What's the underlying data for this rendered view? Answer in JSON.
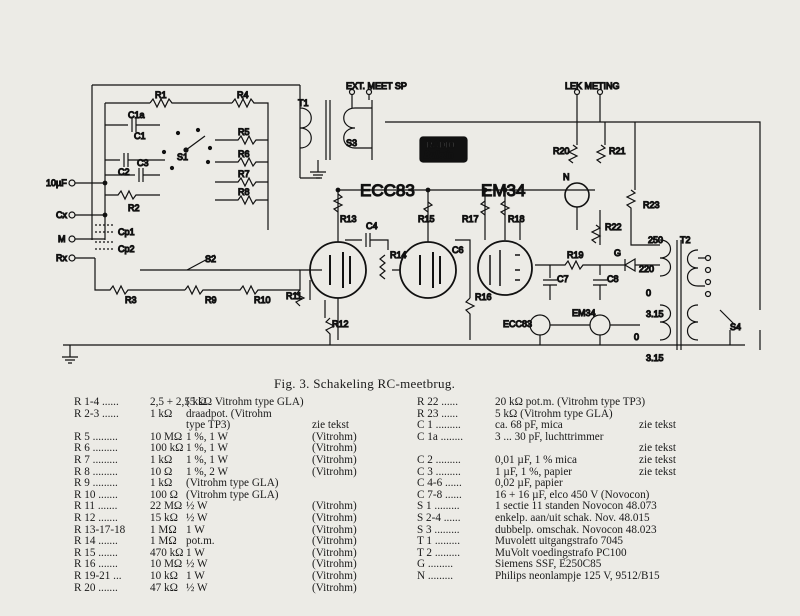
{
  "schematic": {
    "labels": {
      "ext_meet": "EXT. MEET SP",
      "lek_meting": "LEK METING",
      "tube1": "ECC83",
      "tube2": "EM34",
      "logo_line1": "RADIO",
      "logo_line2": "Bulletin",
      "in_10uf": "10µF",
      "in_cx": "Cx",
      "in_m": "M",
      "in_rx": "Rx",
      "ecc83_socket": "ECC83",
      "em34_socket": "EM34"
    },
    "components": {
      "r1": "R1",
      "r2": "R2",
      "r3": "R3",
      "r4": "R4",
      "r5": "R5",
      "r6": "R6",
      "r7": "R7",
      "r8": "R8",
      "r9": "R9",
      "r10": "R10",
      "r11": "R11",
      "r12": "R12",
      "r13": "R13",
      "r14": "R14",
      "r15": "R15",
      "r16": "R16",
      "r17": "R17",
      "r18": "R18",
      "r19": "R19",
      "r20": "R20",
      "r21": "R21",
      "r22": "R22",
      "r23": "R23",
      "c1": "C1",
      "c1a": "C1a",
      "c2": "C2",
      "c3": "C3",
      "c4": "C4",
      "c6": "C6",
      "c7": "C7",
      "c8": "C8",
      "cp1": "Cp1",
      "cp2": "Cp2",
      "s1": "S1",
      "s2": "S2",
      "s3": "S3",
      "s4": "S4",
      "t1": "T1",
      "t2": "T2",
      "n": "N",
      "g": "G"
    },
    "transformer_taps": [
      "250",
      "220",
      "0",
      "3.15",
      "0",
      "3.15"
    ]
  },
  "caption": "Fig. 3. Schakeling RC-meetbrug.",
  "parts_left": [
    {
      "ref": "R 1-4 ......",
      "val": "2,5 + 2,5 kΩ",
      "spec": "(5 kΩ Vitrohm type GLA)",
      "note": ""
    },
    {
      "ref": "R 2-3 ......",
      "val": "1 kΩ",
      "spec": "draadpot. (Vitrohm",
      "note": ""
    },
    {
      "ref": "",
      "val": "",
      "spec": "type TP3)",
      "note": "zie tekst"
    },
    {
      "ref": "R 5 .........",
      "val": "10 MΩ",
      "spec": "1 %, 1 W",
      "note": "(Vitrohm)"
    },
    {
      "ref": "R 6 .........",
      "val": "100 kΩ",
      "spec": "1 %, 1 W",
      "note": "(Vitrohm)"
    },
    {
      "ref": "R 7 .........",
      "val": "1 kΩ",
      "spec": "1 %, 1 W",
      "note": "(Vitrohm)"
    },
    {
      "ref": "R 8 .........",
      "val": "10 Ω",
      "spec": "1 %, 2 W",
      "note": "(Vitrohm)"
    },
    {
      "ref": "R 9 .........",
      "val": "1 kΩ",
      "spec": "(Vitrohm type GLA)",
      "note": ""
    },
    {
      "ref": "R 10 .......",
      "val": "100 Ω",
      "spec": "(Vitrohm type GLA)",
      "note": ""
    },
    {
      "ref": "R 11 .......",
      "val": "22 MΩ",
      "spec": "½ W",
      "note": "(Vitrohm)"
    },
    {
      "ref": "R 12 .......",
      "val": "15 kΩ",
      "spec": "½ W",
      "note": "(Vitrohm)"
    },
    {
      "ref": "R 13-17-18",
      "val": "1 MΩ",
      "spec": "1 W",
      "note": "(Vitrohm)"
    },
    {
      "ref": "R 14 .......",
      "val": "1 MΩ",
      "spec": "pot.m.",
      "note": "(Vitrohm)"
    },
    {
      "ref": "R 15 .......",
      "val": "470 kΩ",
      "spec": "1 W",
      "note": "(Vitrohm)"
    },
    {
      "ref": "R 16 .......",
      "val": "10 MΩ",
      "spec": "½ W",
      "note": "(Vitrohm)"
    },
    {
      "ref": "R 19-21 ...",
      "val": "10 kΩ",
      "spec": "1 W",
      "note": "(Vitrohm)"
    },
    {
      "ref": "R 20 .......",
      "val": "47 kΩ",
      "spec": "½ W",
      "note": "(Vitrohm)"
    }
  ],
  "parts_right": [
    {
      "ref": "R 22 ......",
      "val": "20 kΩ  pot.m. (Vitrohm type TP3)",
      "note": ""
    },
    {
      "ref": "R 23 ......",
      "val": "5 kΩ       (Vitrohm type GLA)",
      "note": ""
    },
    {
      "ref": "C 1 .........",
      "val": "ca. 68 pF, mica",
      "note": "zie tekst"
    },
    {
      "ref": "C 1a ........",
      "val": "3 ... 30 pF, luchttrimmer",
      "note": ""
    },
    {
      "ref": "",
      "val": "",
      "note": "zie tekst"
    },
    {
      "ref": "C 2 .........",
      "val": "0,01 µF, 1 % mica",
      "note": "zie tekst"
    },
    {
      "ref": "C 3 .........",
      "val": "1   µF, 1 %, papier",
      "note": "zie tekst"
    },
    {
      "ref": "C 4-6 ......",
      "val": "0,02 µF, papier",
      "note": ""
    },
    {
      "ref": "C 7-8 ......",
      "val": "16 + 16 µF, elco 450 V (Novocon)",
      "note": ""
    },
    {
      "ref": "S 1 .........",
      "val": "1 sectie 11 standen Novocon 48.073",
      "note": ""
    },
    {
      "ref": "S 2-4 ......",
      "val": "enkelp. aan/uit schak. Nov. 48.015",
      "note": ""
    },
    {
      "ref": "S 3 .........",
      "val": "dubbelp. omschak. Novocon 48.023",
      "note": ""
    },
    {
      "ref": "T 1 .........",
      "val": "Muvolett uitgangstrafo 7045",
      "note": ""
    },
    {
      "ref": "T 2 .........",
      "val": "MuVolt voedingstrafo PC100",
      "note": ""
    },
    {
      "ref": "G .........",
      "val": "Siemens SSF, E250C85",
      "note": ""
    },
    {
      "ref": "N .........",
      "val": "Philips neonlampje 125 V, 9512/B15",
      "note": ""
    }
  ]
}
